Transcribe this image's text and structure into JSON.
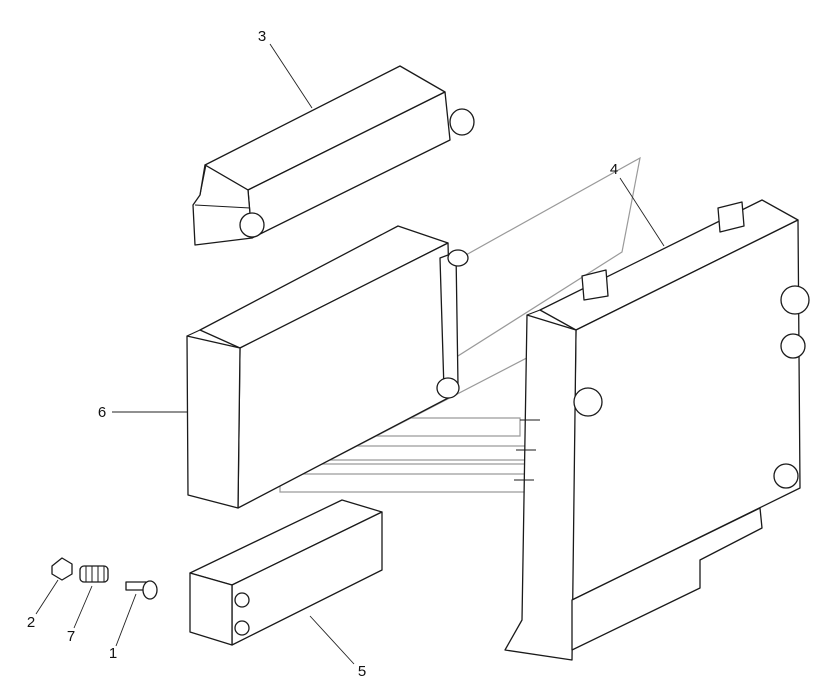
{
  "diagram": {
    "callouts": [
      {
        "id": "3",
        "text": "3"
      },
      {
        "id": "4",
        "text": "4"
      },
      {
        "id": "6",
        "text": "6"
      },
      {
        "id": "5",
        "text": "5"
      },
      {
        "id": "2",
        "text": "2"
      },
      {
        "id": "7",
        "text": "7"
      },
      {
        "id": "1",
        "text": "1"
      }
    ]
  }
}
